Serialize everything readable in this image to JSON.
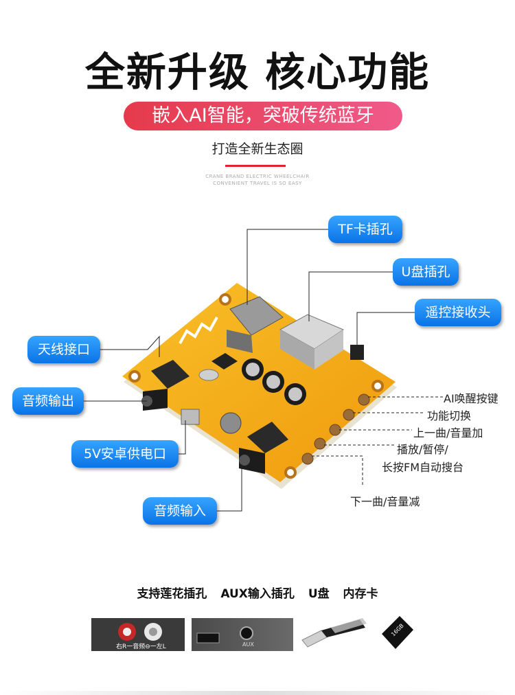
{
  "header": {
    "title": "全新升级 核心功能",
    "subtitle": "嵌入AI智能，突破传统蓝牙",
    "tagline": "打造全新生态圈",
    "fine_line_1": "CRANE BRAND ELECTRIC WHEELCHAIR",
    "fine_line_2": "CONVENIENT TRAVEL IS SO EASY"
  },
  "callouts": {
    "tf": "TF卡插孔",
    "usb": "U盘插孔",
    "remote": "遥控接收头",
    "antenna": "天线接口",
    "audio_out": "音频输出",
    "power": "5V安卓供电口",
    "audio_in": "音频输入"
  },
  "buttons": {
    "ai": "AI唤醒按键",
    "func": "功能切换",
    "prev": "上一曲/音量加",
    "play_1": "播放/暂停/",
    "play_2": "长按FM自动搜台",
    "next": "下一曲/音量减"
  },
  "support": {
    "text": "支持莲花插孔 AUX输入插孔 U盘 内存卡",
    "rca_caption": "右R一音频⊖一左L",
    "aux_caption": "AUX",
    "sd_caption": "16GB"
  },
  "colors": {
    "pcb": "#f4a916",
    "accent_red": "#e0232c",
    "callout_blue": "#1186f2"
  }
}
